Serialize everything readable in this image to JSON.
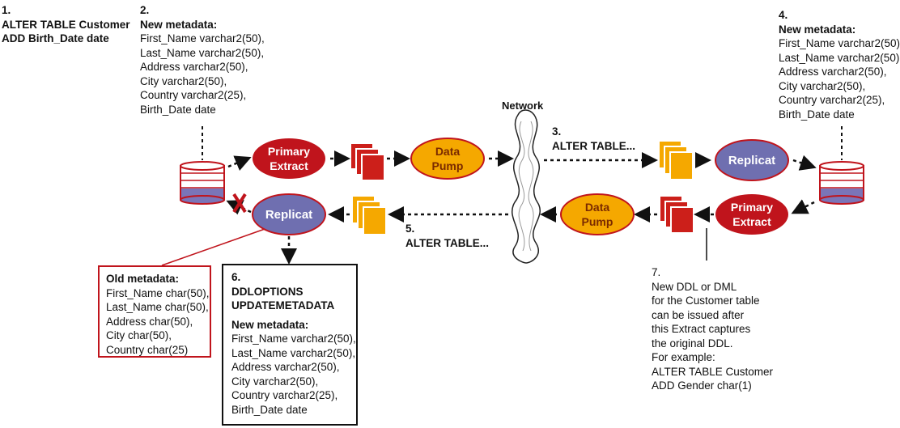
{
  "step1": {
    "num": "1.",
    "lines": [
      "ALTER TABLE Customer",
      "ADD Birth_Date date"
    ]
  },
  "step2": {
    "num": "2.",
    "heading": "New metadata:",
    "lines": [
      "First_Name varchar2(50),",
      "Last_Name varchar2(50),",
      "Address varchar2(50),",
      "City varchar2(50),",
      "Country varchar2(25),",
      "Birth_Date date"
    ]
  },
  "step3": {
    "num": "3.",
    "label": "ALTER TABLE..."
  },
  "step4": {
    "num": "4.",
    "heading": "New metadata:",
    "lines": [
      "First_Name varchar2(50),",
      "Last_Name varchar2(50),",
      "Address varchar2(50),",
      "City varchar2(50),",
      "Country varchar2(25),",
      "Birth_Date date"
    ]
  },
  "step5": {
    "num": "5.",
    "label": "ALTER TABLE..."
  },
  "step6": {
    "num": "6.",
    "title_lines": [
      "DDLOPTIONS",
      "UPDATEMETADATA"
    ],
    "heading": "New metadata:",
    "lines": [
      "First_Name varchar2(50),",
      "Last_Name varchar2(50),",
      "Address varchar2(50),",
      "City varchar2(50),",
      "Country varchar2(25),",
      "Birth_Date date"
    ]
  },
  "step7": {
    "num": "7.",
    "lines": [
      "New DDL or DML",
      "for  the Customer table",
      "can be  issued after",
      "this Extract captures",
      "the original DDL.",
      "For example:",
      "ALTER TABLE Customer",
      "ADD Gender char(1)"
    ]
  },
  "old_metadata": {
    "heading": "Old metadata:",
    "lines": [
      "First_Name char(50),",
      "Last_Name char(50),",
      "Address char(50),",
      "City char(50),",
      "Country char(25)"
    ]
  },
  "network": {
    "label": "Network"
  },
  "nodes": {
    "primary_extract_src": [
      "Primary",
      "Extract"
    ],
    "data_pump_src": [
      "Data",
      "Pump"
    ],
    "replicat_tgt": [
      "Replicat"
    ],
    "primary_extract_tgt": [
      "Primary",
      "Extract"
    ],
    "data_pump_tgt": [
      "Data",
      "Pump"
    ],
    "replicat_src": [
      "Replicat"
    ]
  },
  "colors": {
    "extract": "#c0141c",
    "pump": "#f5a800",
    "replicat": "#6f6fb0",
    "trail": "#cc1f1a",
    "trail_yellow": "#f5a800",
    "accent": "#c0141c"
  }
}
